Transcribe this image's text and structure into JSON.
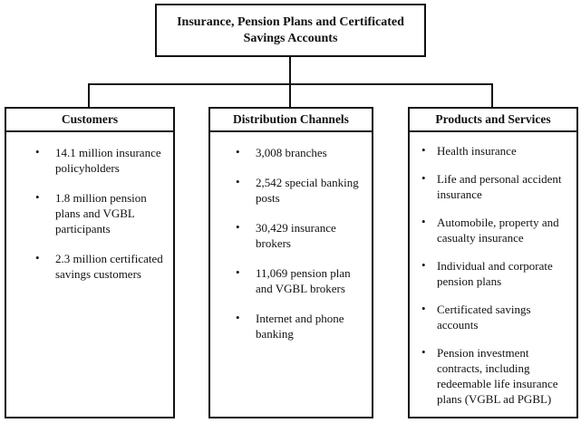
{
  "root": {
    "title": "Insurance, Pension Plans and Certificated Savings Accounts"
  },
  "columns": [
    {
      "title": "Customers",
      "items": [
        "14.1 million insurance policyholders",
        "1.8 million pension plans and VGBL participants",
        "2.3 million certificated savings customers"
      ]
    },
    {
      "title": "Distribution Channels",
      "items": [
        "3,008 branches",
        "2,542 special banking posts",
        "30,429 insurance brokers",
        "11,069 pension plan and VGBL brokers",
        "Internet and phone banking"
      ]
    },
    {
      "title": "Products and Services",
      "items": [
        "Health insurance",
        "Life and personal accident insurance",
        "Automobile, property and casualty insurance",
        "Individual and corporate pension plans",
        "Certificated savings accounts",
        "Pension investment contracts, including redeemable life insurance plans (VGBL ad PGBL)"
      ]
    }
  ],
  "bullet_glyph": "•",
  "colors": {
    "line": "#111111",
    "background": "#ffffff",
    "text": "#111111"
  }
}
